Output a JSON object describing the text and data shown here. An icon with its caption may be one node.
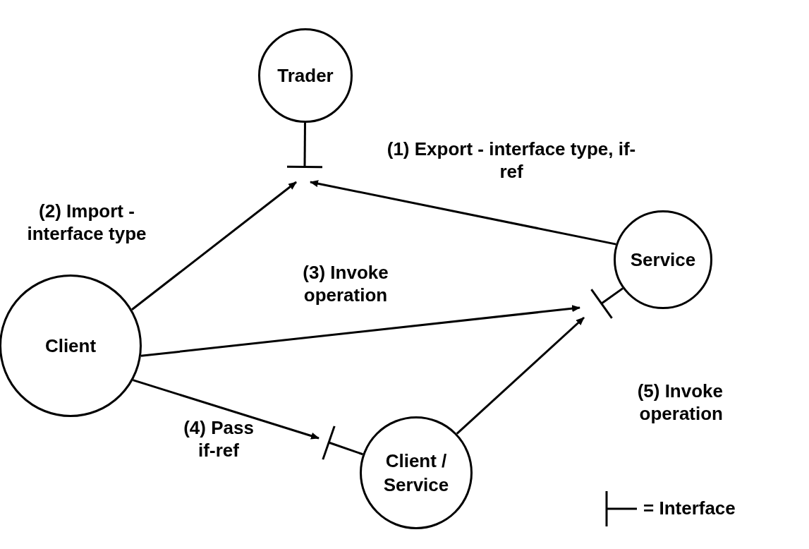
{
  "diagram": {
    "nodes": [
      {
        "text": [
          "Trader"
        ]
      },
      {
        "text": [],
        "shape": "bar"
      },
      {
        "text": [
          "Client"
        ]
      },
      {
        "text": [
          "Service"
        ]
      },
      {
        "text": [],
        "shape": "bar"
      },
      {
        "text": [
          "Client / Service"
        ]
      },
      {
        "text": [],
        "shape": "bar"
      }
    ],
    "edges": [
      {
        "from": 0,
        "to": 1,
        "arrow": "none"
      },
      {
        "from": 3,
        "to": 4,
        "arrow": "none"
      },
      {
        "from": 5,
        "to": 6,
        "arrow": "none"
      },
      {
        "from": 3,
        "to": 1,
        "arrow": "to",
        "label": "(1) Export - interface type, if-ref"
      },
      {
        "from": 2,
        "to": 1,
        "arrow": "to",
        "label": "(2) Import - interface type"
      },
      {
        "from": 2,
        "to": 4,
        "arrow": "to",
        "label": "(3) Invoke operation"
      },
      {
        "from": 2,
        "to": 6,
        "arrow": "to",
        "label": "(4) Pass if-ref"
      },
      {
        "from": 5,
        "to": 4,
        "arrow": "to",
        "label": "(5) Invoke operation"
      }
    ],
    "legend": [
      {
        "text": "= Interface"
      }
    ]
  }
}
